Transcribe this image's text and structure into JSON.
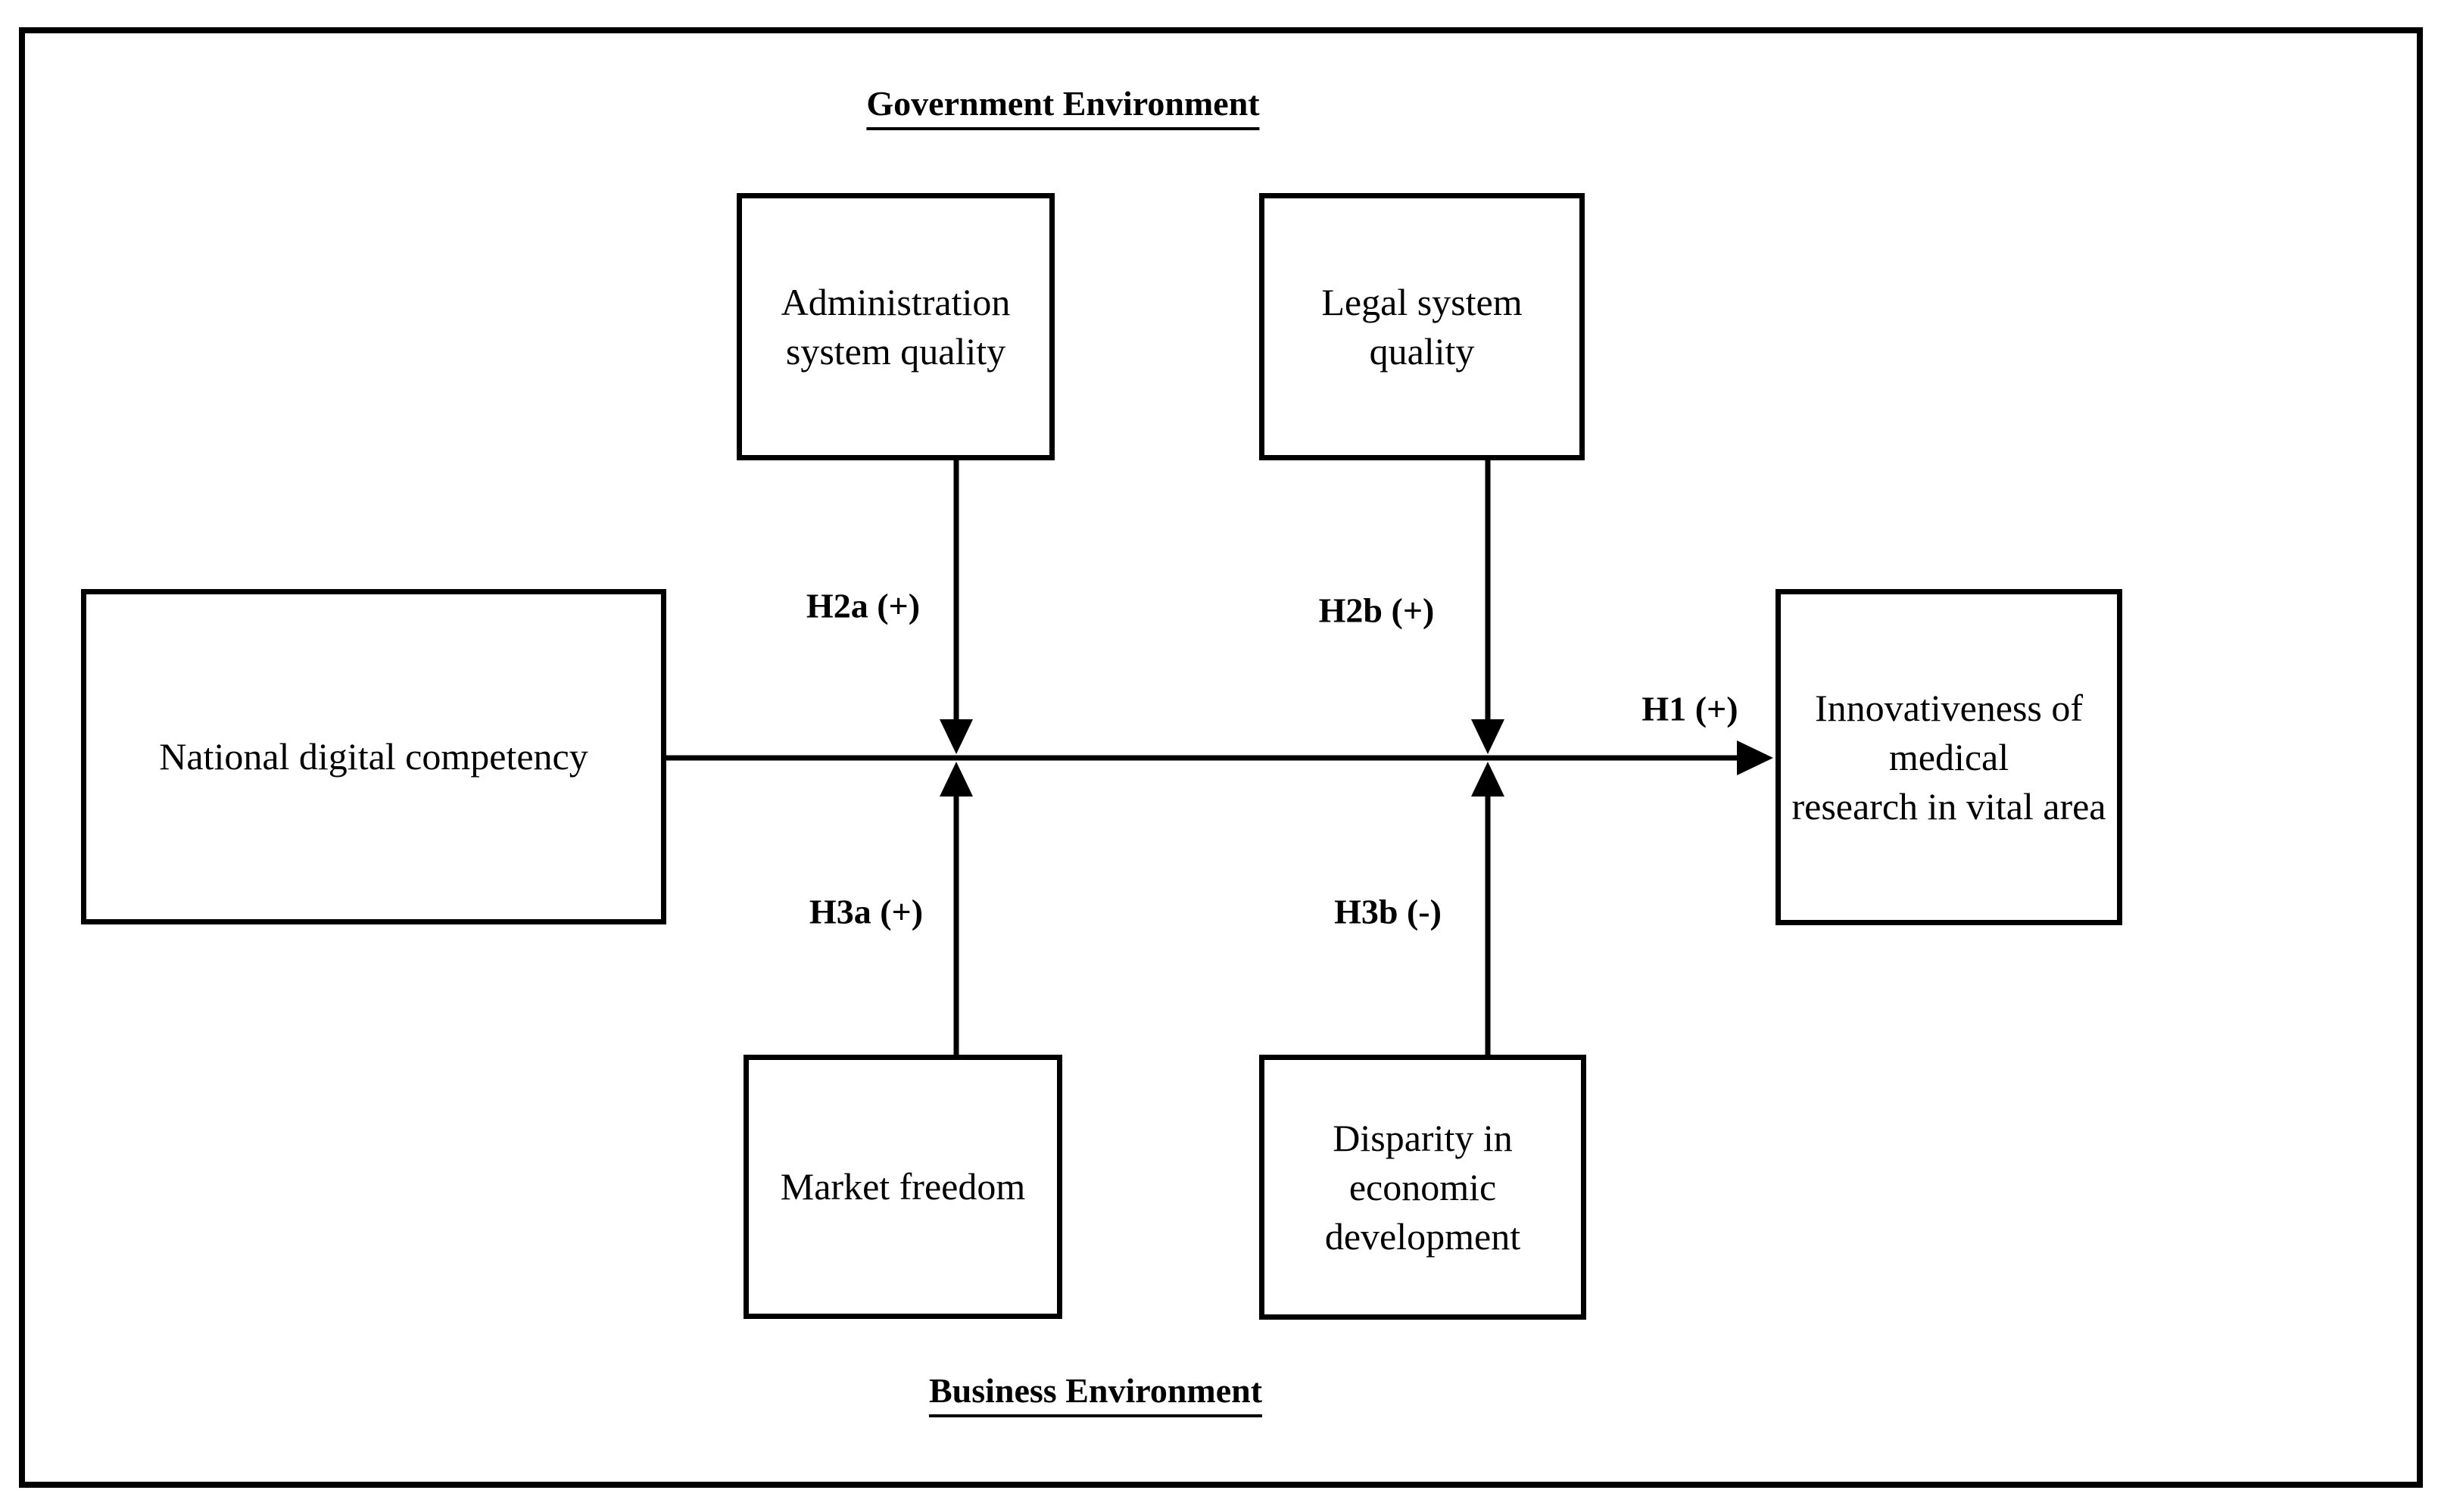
{
  "figure": {
    "government_title": "Government Environment",
    "business_title": "Business Environment",
    "nodes": {
      "administration": "Administration\nsystem quality",
      "legal": "Legal system\nquality",
      "national": "National digital competency",
      "innovativeness": "Innovativeness of medical\nresearch in vital area",
      "market": "Market freedom",
      "disparity": "Disparity in economic\ndevelopment"
    },
    "path_labels": {
      "h1": "H1 (+)",
      "h2a": "H2a (+)",
      "h2b": "H2b (+)",
      "h3a": "H3a (+)",
      "h3b": "H3b (-)"
    },
    "colors": {
      "line": "#000000",
      "background": "#ffffff"
    }
  }
}
